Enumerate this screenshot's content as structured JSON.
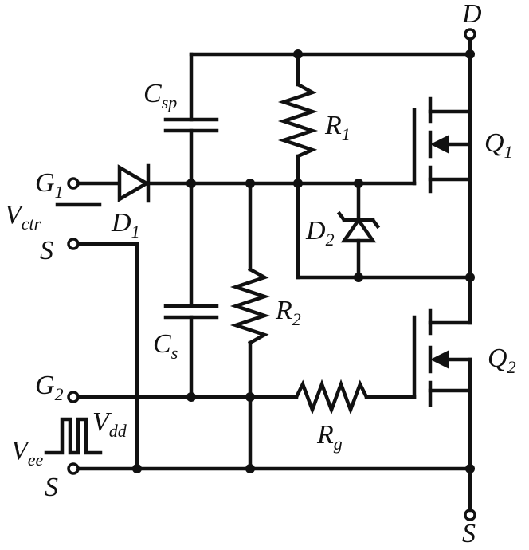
{
  "labels": {
    "D_top": "D",
    "G1": "G",
    "G1_sub": "1",
    "Vctr": "V",
    "Vctr_sub": "ctr",
    "D1": "D",
    "D1_sub": "1",
    "S_left": "S",
    "Csp": "C",
    "Csp_sub": "sp",
    "R1": "R",
    "R1_sub": "1",
    "Q1": "Q",
    "Q1_sub": "1",
    "D2": "D",
    "D2_sub": "2",
    "Cs": "C",
    "Cs_sub": "s",
    "R2": "R",
    "R2_sub": "2",
    "Q2": "Q",
    "Q2_sub": "2",
    "G2": "G",
    "G2_sub": "2",
    "Vdd": "V",
    "Vdd_sub": "dd",
    "Vee": "V",
    "Vee_sub": "ee",
    "S_bottom_left": "S",
    "Rg": "R",
    "Rg_sub": "g",
    "S_bottom": "S"
  }
}
